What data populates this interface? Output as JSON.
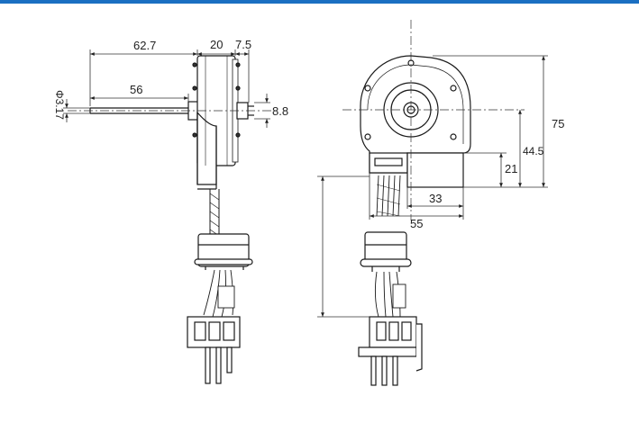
{
  "colors": {
    "accent_bar": "#1a6fc2",
    "line": "#1a1a1a",
    "dim": "#333333"
  },
  "side_view": {
    "dim_overall": "62.7",
    "dim_body": "20",
    "dim_rear": "7.5",
    "dim_shaft_len": "56",
    "dim_shaft_dia": "Φ3.17",
    "dim_hub": "8.8"
  },
  "front_view": {
    "dim_height": "75",
    "dim_axis_height": "44.5",
    "dim_tab_height": "21",
    "dim_tab_width": "33",
    "dim_bottom_width": "55"
  }
}
